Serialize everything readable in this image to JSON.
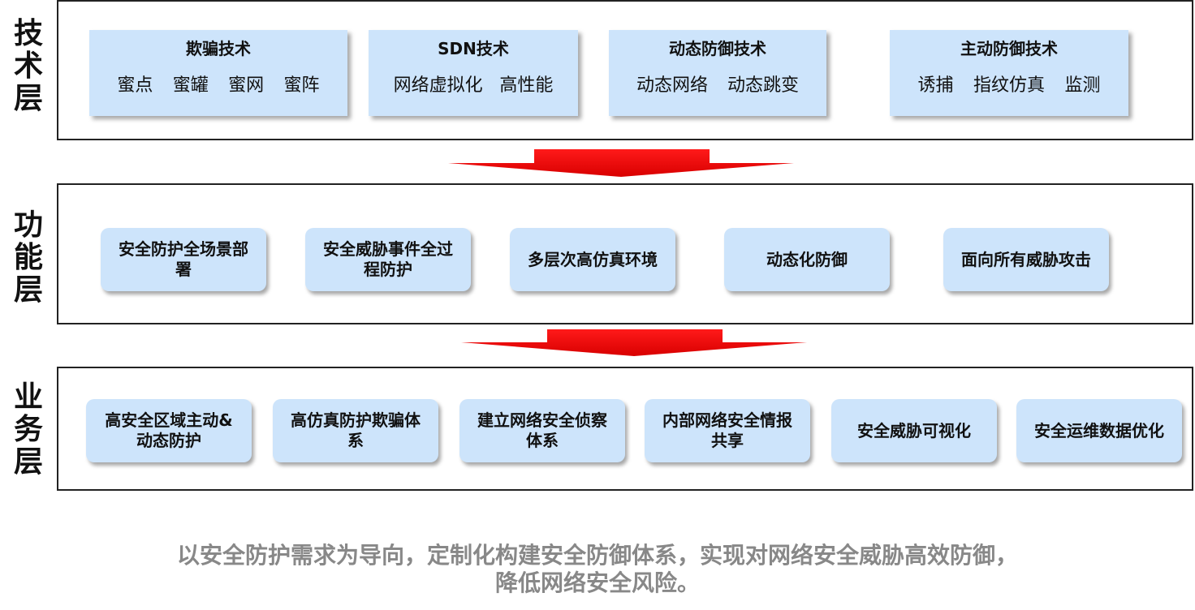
{
  "layers": {
    "tech": {
      "label": "技\n术\n层",
      "cards": [
        {
          "title": "欺骗技术",
          "items": [
            "蜜点",
            "蜜罐",
            "蜜网",
            "蜜阵"
          ]
        },
        {
          "title": "SDN技术",
          "items": [
            "网络虚拟化",
            "高性能"
          ]
        },
        {
          "title": "动态防御技术",
          "items": [
            "动态网络",
            "动态跳变"
          ]
        },
        {
          "title": "主动防御技术",
          "items": [
            "诱捕",
            "指纹仿真",
            "监测"
          ]
        }
      ]
    },
    "function": {
      "label": "功\n能\n层",
      "items": [
        "安全防护全场景部署",
        "安全威胁事件全过程防护",
        "多层次高仿真环境",
        "动态化防御",
        "面向所有威胁攻击"
      ]
    },
    "business": {
      "label": "业\n务\n层",
      "items": [
        "高安全区域主动&动态防护",
        "高仿真防护欺骗体系",
        "建立网络安全侦察体系",
        "内部网络安全情报共享",
        "安全威胁可视化",
        "安全运维数据优化"
      ]
    }
  },
  "caption": {
    "line1": "以安全防护需求为导向，定制化构建安全防御体系，实现对网络安全威胁高效防御，",
    "line2": "降低网络安全风险。"
  },
  "colors": {
    "card_bg": "#cde4fb",
    "arrow": "#ee0000",
    "caption": "#888888"
  }
}
